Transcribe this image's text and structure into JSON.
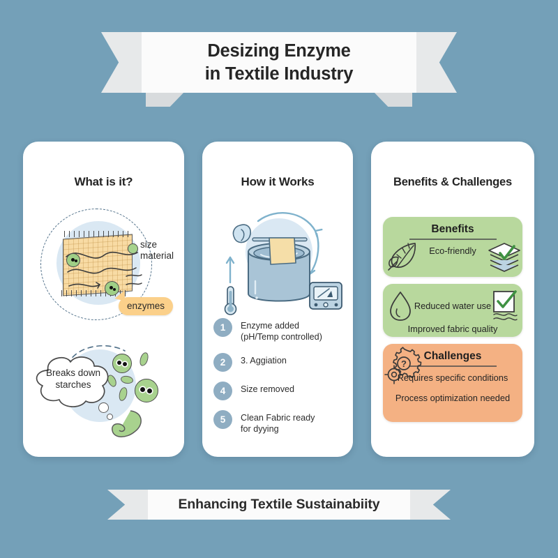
{
  "background_color": "#74a0b8",
  "title_banner": {
    "line1": "Desizing Enzyme",
    "line2": "in Textile Industry"
  },
  "footer_banner": {
    "text": "Enhancing Textile Sustainabiity"
  },
  "cards": {
    "what": {
      "title": "What is it?",
      "label_size_line1": "size",
      "label_size_line2": "material",
      "badge_enzymes": "enzymes",
      "cloud_line1": "Breaks down",
      "cloud_line2": "starches"
    },
    "how": {
      "title": "How it Works",
      "steps": [
        {
          "num": "1",
          "text": "Enzyme added\n(pH/Temp controlled)"
        },
        {
          "num": "2",
          "text": "3. Aggiation"
        },
        {
          "num": "4",
          "text": "Size removed"
        },
        {
          "num": "5",
          "text": "Clean Fabric ready\nfor dyying"
        }
      ]
    },
    "benefits": {
      "title": "Benefits & Challenges",
      "panels": [
        {
          "heading": "Benefits",
          "lines": [
            "Eco-friendly"
          ],
          "color": "#b8d89d",
          "icons": [
            "leaf-icon",
            "fabric-stack-check-icon"
          ]
        },
        {
          "heading": "",
          "lines": [
            "Reduced water use",
            "Improved fabric quality"
          ],
          "color": "#b8d89d",
          "icons": [
            "water-drop-icon",
            "checklist-icon"
          ]
        },
        {
          "heading": "Challenges",
          "lines": [
            "Requires specific conditions",
            "Process optimization needed"
          ],
          "color": "#f4b183",
          "icons": [
            "gear-question-icon"
          ]
        }
      ]
    }
  },
  "colors": {
    "green_panel": "#b8d89d",
    "orange_panel": "#f4b183",
    "step_circle": "#8fadc2",
    "enzyme_green": "#a8d28e",
    "fabric_yellow": "#f8dba4",
    "halo_blue": "#d3e4f1",
    "vat_blue": "#a9c4d6"
  }
}
